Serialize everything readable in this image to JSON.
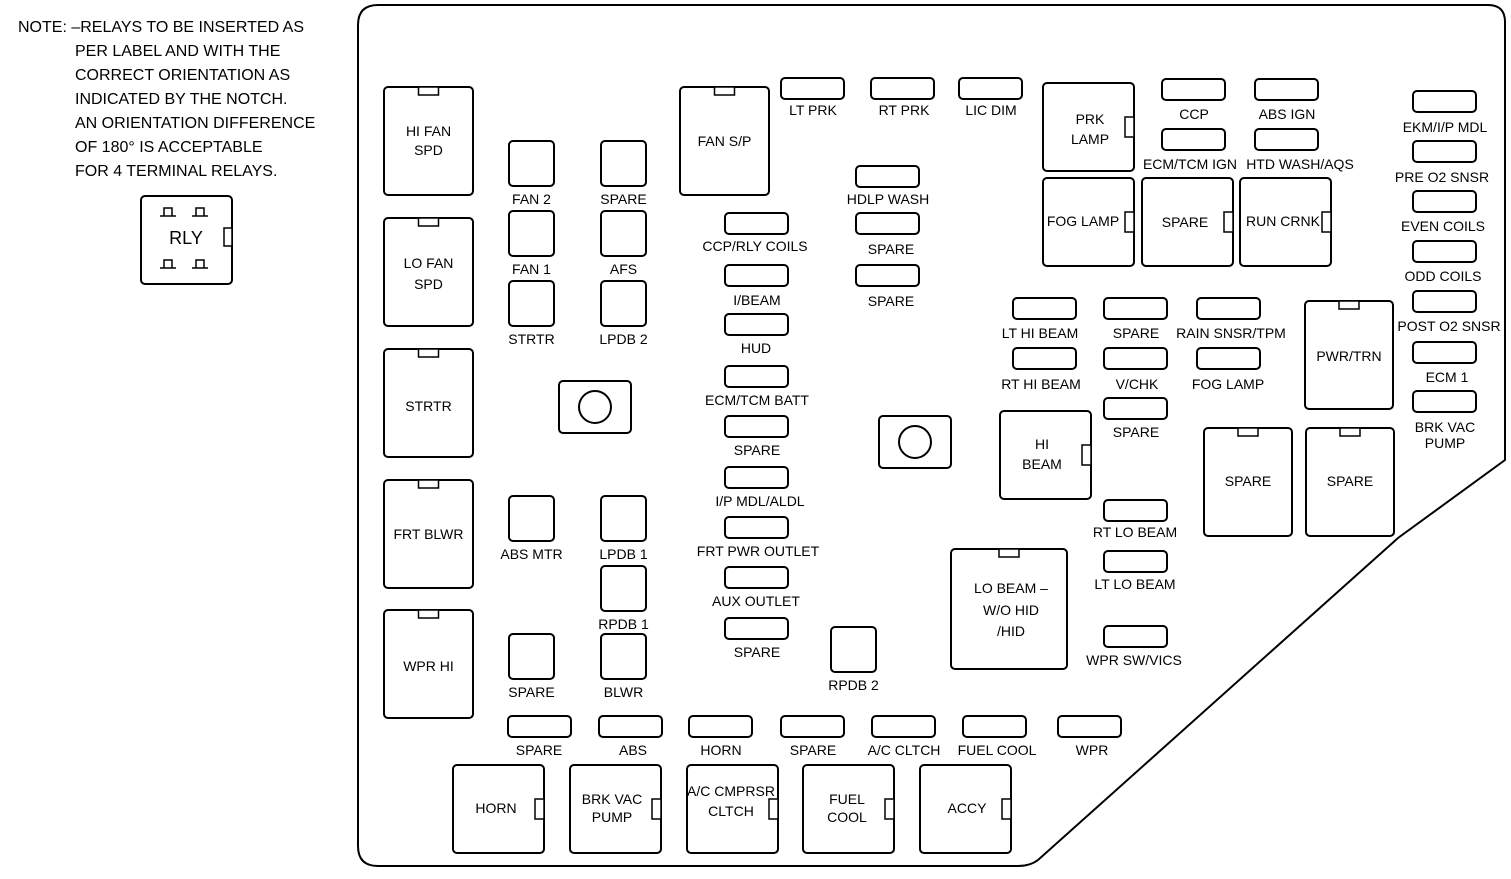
{
  "note": {
    "lines": [
      "NOTE: –RELAYS TO BE INSERTED AS",
      "PER LABEL AND WITH THE",
      "CORRECT ORIENTATION AS",
      "INDICATED BY THE NOTCH.",
      "AN ORIENTATION DIFFERENCE",
      "OF 180° IS ACCEPTABLE",
      "FOR 4 TERMINAL RELAYS."
    ],
    "legend_label": "RLY"
  },
  "large_relays": [
    {
      "id": "hi-fan-spd",
      "lines": [
        "HI FAN",
        "SPD"
      ]
    },
    {
      "id": "lo-fan-spd",
      "lines": [
        "LO FAN",
        "SPD"
      ]
    },
    {
      "id": "strtr-relay",
      "lines": [
        "STRTR"
      ]
    },
    {
      "id": "frt-blwr",
      "lines": [
        "FRT BLWR"
      ]
    },
    {
      "id": "wpr-hi",
      "lines": [
        "WPR HI"
      ]
    },
    {
      "id": "fan-s-p",
      "lines": [
        "FAN S/P"
      ]
    },
    {
      "id": "prk-lamp",
      "lines": [
        "PRK",
        "LAMP"
      ]
    },
    {
      "id": "fog-lamp-relay",
      "lines": [
        "FOG LAMP"
      ]
    },
    {
      "id": "spare-relay-top",
      "lines": [
        "SPARE"
      ]
    },
    {
      "id": "run-crnk",
      "lines": [
        "RUN CRNK"
      ]
    },
    {
      "id": "pwr-trn",
      "lines": [
        "PWR/TRN"
      ]
    },
    {
      "id": "hi-beam",
      "lines": [
        "HI",
        "BEAM"
      ]
    },
    {
      "id": "lo-beam",
      "lines": [
        "LO BEAM –",
        "W/O HID",
        "/HID"
      ]
    },
    {
      "id": "spare-relay-r1",
      "lines": [
        "SPARE"
      ]
    },
    {
      "id": "spare-relay-r2",
      "lines": [
        "SPARE"
      ]
    },
    {
      "id": "horn-relay",
      "lines": [
        "HORN"
      ]
    },
    {
      "id": "brk-vac-pump-relay",
      "lines": [
        "BRK VAC",
        "PUMP"
      ]
    },
    {
      "id": "ac-cmprsr-clutch",
      "lines": [
        "A/C CMPRSR",
        "CLTCH"
      ]
    },
    {
      "id": "fuel-cool-relay",
      "lines": [
        "FUEL",
        "COOL"
      ]
    },
    {
      "id": "accy",
      "lines": [
        "ACCY"
      ]
    }
  ],
  "square_fuses": [
    {
      "id": "fan-2",
      "label": "FAN 2"
    },
    {
      "id": "spare-sq-1",
      "label": "SPARE"
    },
    {
      "id": "fan-1",
      "label": "FAN 1"
    },
    {
      "id": "afs",
      "label": "AFS"
    },
    {
      "id": "strtr-fuse",
      "label": "STRTR"
    },
    {
      "id": "lpdb-2",
      "label": "LPDB 2"
    },
    {
      "id": "abs-mtr",
      "label": "ABS MTR"
    },
    {
      "id": "lpdb-1",
      "label": "LPDB 1"
    },
    {
      "id": "rpdb-1",
      "label": "RPDB 1"
    },
    {
      "id": "spare-sq-2",
      "label": "SPARE"
    },
    {
      "id": "blwr",
      "label": "BLWR"
    },
    {
      "id": "rpdb-2",
      "label": "RPDB 2"
    }
  ],
  "mini_fuses": [
    {
      "id": "lt-prk",
      "label": "LT PRK"
    },
    {
      "id": "rt-prk",
      "label": "RT PRK"
    },
    {
      "id": "lic-dim",
      "label": "LIC DIM"
    },
    {
      "id": "ccp",
      "label": "CCP"
    },
    {
      "id": "abs-ign",
      "label": "ABS IGN"
    },
    {
      "id": "ecm-tcm-ign",
      "label": "ECM/TCM IGN"
    },
    {
      "id": "htd-wash-aqs",
      "label": "HTD WASH/AQS"
    },
    {
      "id": "ekm-ip-mdl",
      "label": "EKM/I/P MDL"
    },
    {
      "id": "pre-o2-snsr",
      "label": "PRE O2 SNSR"
    },
    {
      "id": "even-coils",
      "label": "EVEN COILS"
    },
    {
      "id": "odd-coils",
      "label": "ODD COILS"
    },
    {
      "id": "post-o2-snsr",
      "label": "POST O2 SNSR"
    },
    {
      "id": "ecm-1",
      "label": "ECM 1"
    },
    {
      "id": "brk-vac-pump-fuse",
      "label": "BRK VAC",
      "label2": "PUMP"
    },
    {
      "id": "hdlp-wash",
      "label": "HDLP WASH"
    },
    {
      "id": "spare-m-1",
      "label": "SPARE"
    },
    {
      "id": "spare-m-2",
      "label": "SPARE"
    },
    {
      "id": "ccp-rly-coils",
      "label": "CCP/RLY COILS"
    },
    {
      "id": "i-beam",
      "label": "I/BEAM"
    },
    {
      "id": "hud",
      "label": "HUD"
    },
    {
      "id": "ecm-tcm-batt",
      "label": "ECM/TCM BATT"
    },
    {
      "id": "spare-m-3",
      "label": "SPARE"
    },
    {
      "id": "ip-mdl-aldl",
      "label": "I/P MDL/ALDL"
    },
    {
      "id": "frt-pwr-outlet",
      "label": "FRT PWR OUTLET"
    },
    {
      "id": "aux-outlet",
      "label": "AUX OUTLET"
    },
    {
      "id": "spare-m-4",
      "label": "SPARE"
    },
    {
      "id": "lt-hi-beam",
      "label": "LT HI BEAM"
    },
    {
      "id": "spare-m-5",
      "label": "SPARE"
    },
    {
      "id": "rain-snsr-tpm",
      "label": "RAIN SNSR/TPM"
    },
    {
      "id": "rt-hi-beam",
      "label": "RT HI BEAM"
    },
    {
      "id": "v-chk",
      "label": "V/CHK"
    },
    {
      "id": "fog-lamp-fuse",
      "label": "FOG LAMP"
    },
    {
      "id": "spare-m-6",
      "label": "SPARE"
    },
    {
      "id": "rt-lo-beam",
      "label": "RT LO BEAM"
    },
    {
      "id": "lt-lo-beam",
      "label": "LT LO BEAM"
    },
    {
      "id": "wpr-sw-vics",
      "label": "WPR SW/VICS"
    },
    {
      "id": "spare-b-1",
      "label": "SPARE"
    },
    {
      "id": "abs",
      "label": "ABS"
    },
    {
      "id": "horn-fuse",
      "label": "HORN"
    },
    {
      "id": "spare-b-2",
      "label": "SPARE"
    },
    {
      "id": "ac-cltch",
      "label": "A/C CLTCH"
    },
    {
      "id": "fuel-cool-fuse",
      "label": "FUEL COOL"
    },
    {
      "id": "wpr",
      "label": "WPR"
    }
  ]
}
